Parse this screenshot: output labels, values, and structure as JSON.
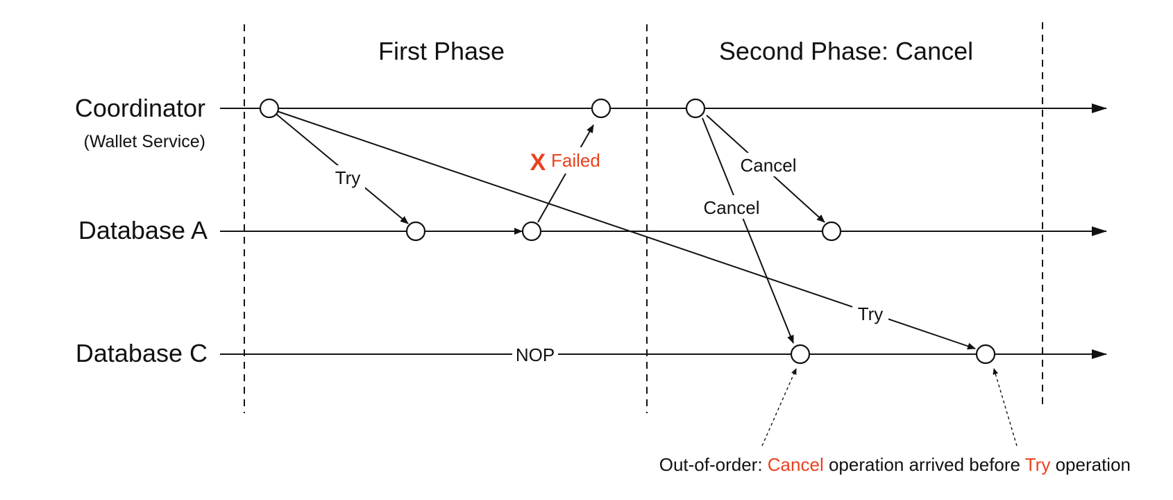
{
  "phases": {
    "first": "First Phase",
    "second": "Second Phase: Cancel"
  },
  "lanes": {
    "coordinator": "Coordinator",
    "coordinator_sub": "(Wallet Service)",
    "db_a": "Database A",
    "db_c": "Database C"
  },
  "messages": {
    "try_a": "Try",
    "failed_mark": "X",
    "failed": "Failed",
    "cancel_a": "Cancel",
    "cancel_c": "Cancel",
    "try_c": "Try",
    "nop": "NOP"
  },
  "note": {
    "prefix": "Out-of-order: ",
    "cancel": "Cancel",
    "middle": " operation arrived before ",
    "try": "Try",
    "suffix": " operation"
  },
  "colors": {
    "line": "#111111",
    "accent": "#e8411e",
    "background": "#ffffff"
  }
}
